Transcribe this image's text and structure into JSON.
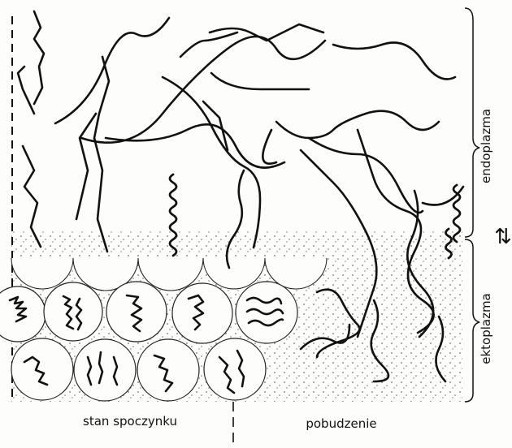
{
  "labels": {
    "endoplasm": "endoplazma",
    "ectoplasm": "ektoplazma",
    "rest_state": "stan spoczynku",
    "excitation": "pobudzenie",
    "exchange_arrows": "⇅"
  },
  "colors": {
    "ink": "#111111",
    "paper": "#fdfdfb",
    "stipple": "#555555"
  }
}
